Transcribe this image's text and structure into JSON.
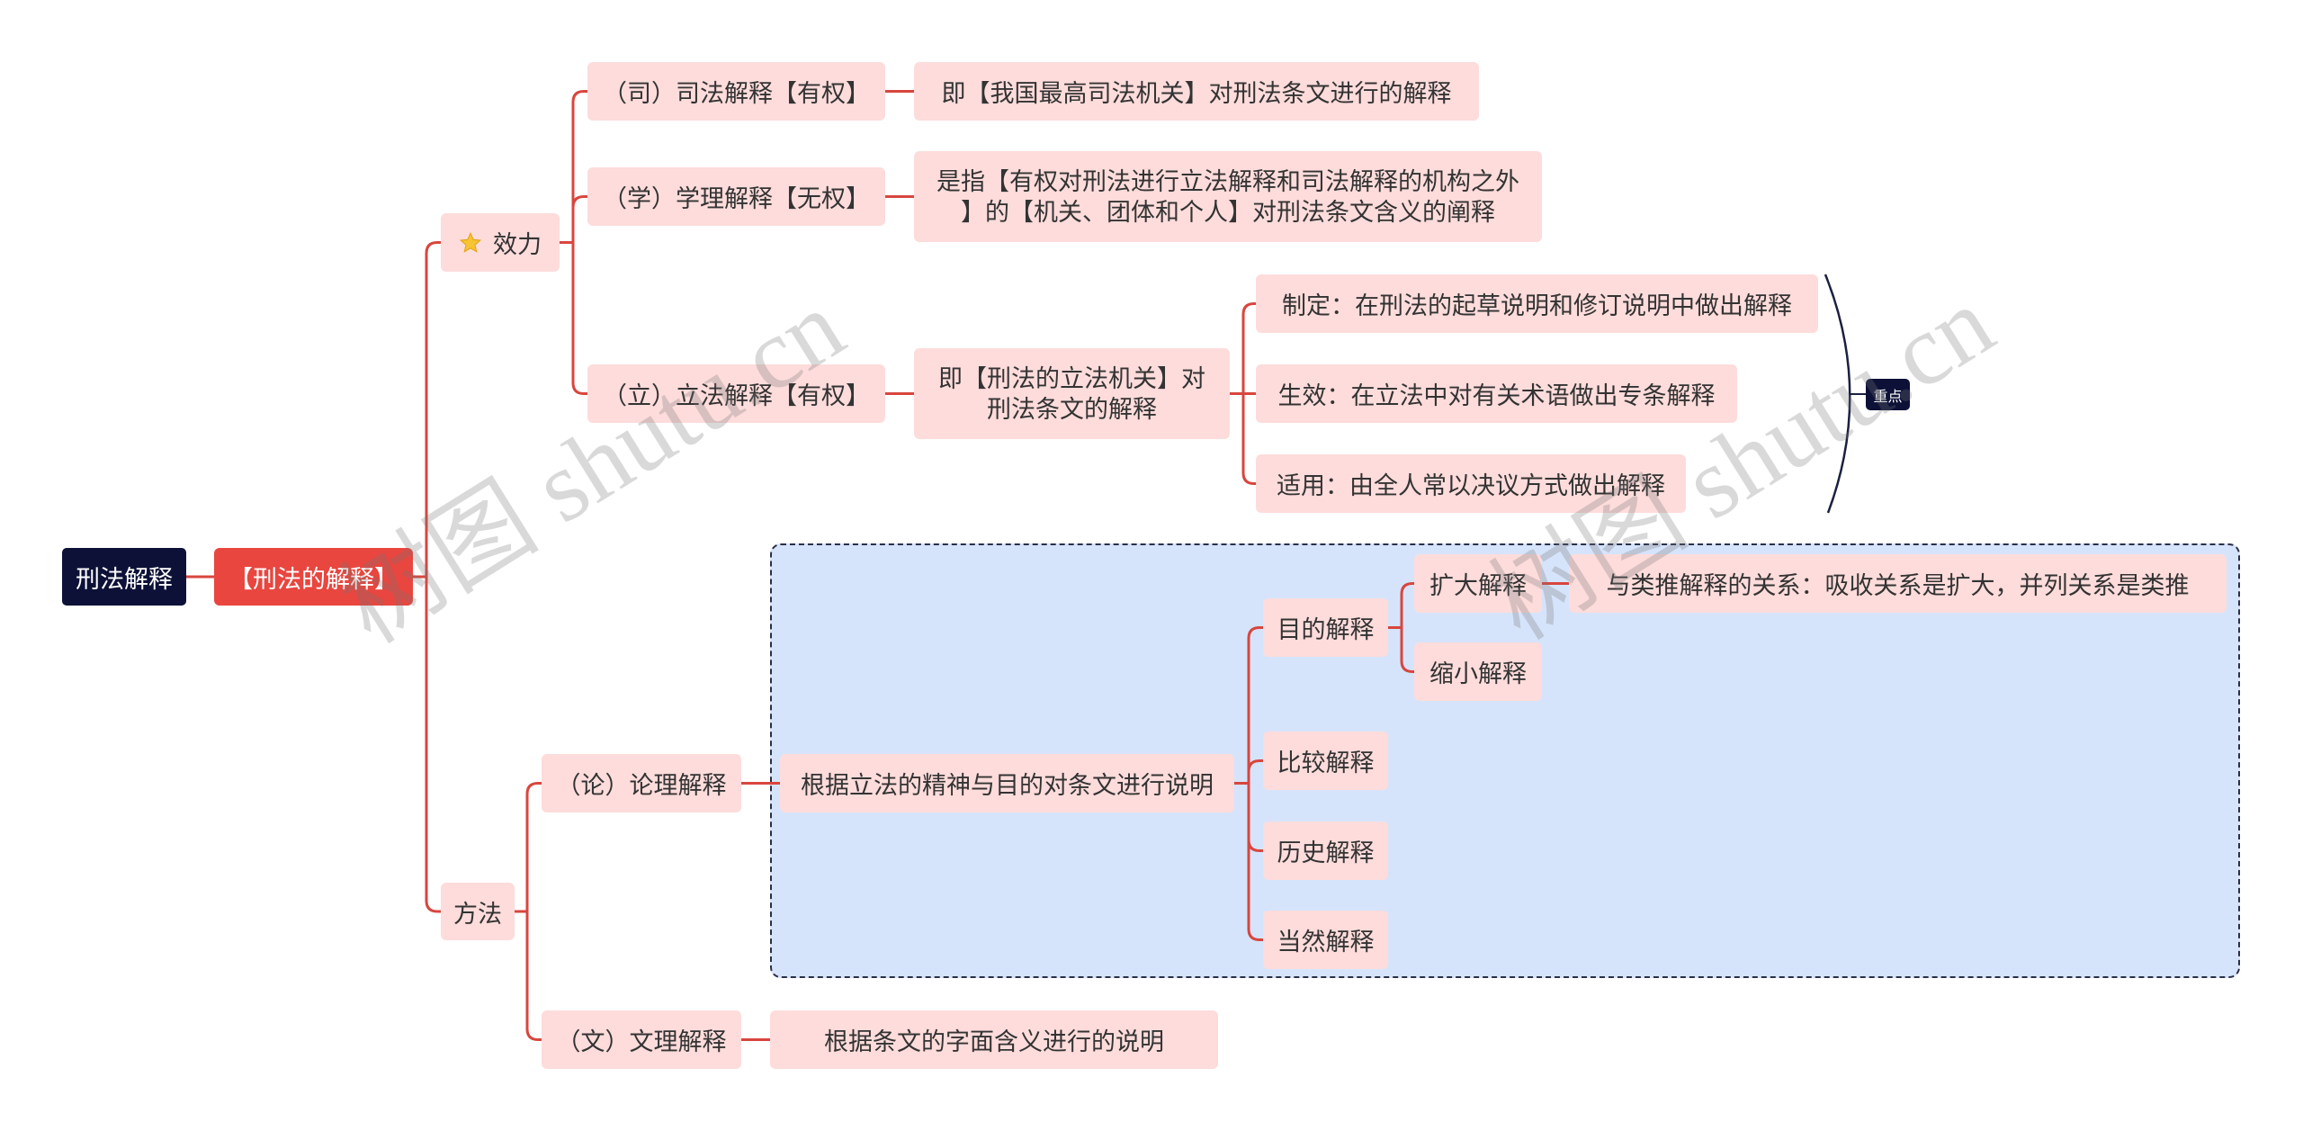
{
  "root": {
    "label": "刑法解释"
  },
  "topic": {
    "label": "【刑法的解释】"
  },
  "effect": {
    "label": "效力",
    "icon": "star-icon",
    "judicial": {
      "label": "（司）司法解释【有权】",
      "detail": "即【我国最高司法机关】对刑法条文进行的解释"
    },
    "academic": {
      "label": "（学）学理解释【无权】",
      "detail": "是指【有权对刑法进行立法解释和司法解释的机构之外\n】的【机关、团体和个人】对刑法条文含义的阐释"
    },
    "legislative": {
      "label": "（立）立法解释【有权】",
      "detail": "即【刑法的立法机关】对\n刑法条文的解释",
      "items": [
        "制定：在刑法的起草说明和修订说明中做出解释",
        "生效：在立法中对有关术语做出专条解释",
        "适用：由全人常以决议方式做出解释"
      ],
      "summary": "重点"
    }
  },
  "method": {
    "label": "方法",
    "logical": {
      "label": "（论）论理解释",
      "detail": "根据立法的精神与目的对条文进行说明",
      "purpose": {
        "label": "目的解释",
        "expand": {
          "label": "扩大解释",
          "detail": "与类推解释的关系：吸收关系是扩大，并列关系是类推"
        },
        "narrow": {
          "label": "缩小解释"
        }
      },
      "others": [
        "比较解释",
        "历史解释",
        "当然解释"
      ]
    },
    "literal": {
      "label": "（文）文理解释",
      "detail": "根据条文的字面含义进行的说明"
    }
  },
  "watermark": "树图 shutu.cn",
  "colors": {
    "root": "#0d1137",
    "topic": "#e8463f",
    "node": "#fddcdb",
    "line": "#d8463e",
    "group": "#d6e4fb",
    "summary": "#1b2040"
  }
}
